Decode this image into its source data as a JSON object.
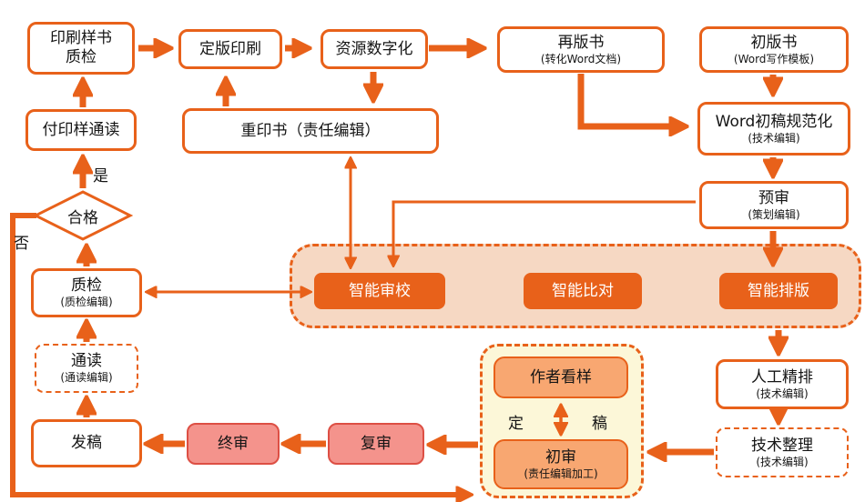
{
  "colors": {
    "accent": "#e8611a",
    "pink_fill": "#f4938c",
    "pink_border": "#dd4f44",
    "peach_fill": "#f8a771",
    "mid_fill": "#f6d8c3",
    "yellow_fill": "#fcf7d8"
  },
  "nodes": {
    "print_sample_qc": {
      "line1": "印刷样书",
      "line2": "质检"
    },
    "final_print": {
      "label": "定版印刷"
    },
    "digitize": {
      "label": "资源数字化"
    },
    "reprint_edition": {
      "label": "再版书",
      "sub": "(转化Word文档)"
    },
    "first_edition": {
      "label": "初版书",
      "sub": "(Word写作模板)"
    },
    "press_proof": {
      "label": "付印样通读"
    },
    "reprint_book": {
      "label": "重印书（责任编辑）"
    },
    "word_standard": {
      "label": "Word初稿规范化",
      "sub": "(技术编辑)"
    },
    "qualified": {
      "label": "合格"
    },
    "preview": {
      "label": "预审",
      "sub": "(策划编辑)"
    },
    "qc": {
      "label": "质检",
      "sub": "(质检编辑)"
    },
    "ai_proofread": {
      "label": "智能审校"
    },
    "ai_compare": {
      "label": "智能比对"
    },
    "ai_typeset": {
      "label": "智能排版"
    },
    "read_through": {
      "label": "通读",
      "sub": "(通读编辑)"
    },
    "manual_typeset": {
      "label": "人工精排",
      "sub": "(技术编辑)"
    },
    "release": {
      "label": "发稿"
    },
    "final_review": {
      "label": "终审"
    },
    "second_review": {
      "label": "复审"
    },
    "author_proof": {
      "label": "作者看样"
    },
    "first_review": {
      "label": "初审",
      "sub": "(责任编辑加工)"
    },
    "tech_cleanup": {
      "label": "技术整理",
      "sub": "(技术编辑)"
    }
  },
  "edge_labels": {
    "yes": "是",
    "no": "否",
    "ding": "定",
    "gao": "稿"
  }
}
